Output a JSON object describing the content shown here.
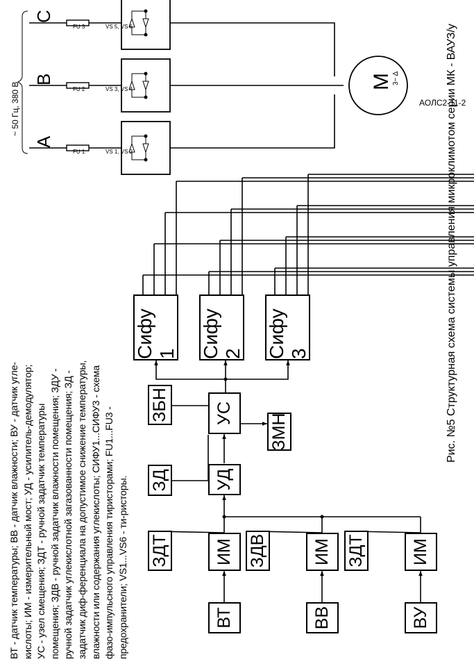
{
  "legend": {
    "text": "ВТ - датчик температуры; ВВ - датчик влажности; ВУ - датчик угле-кислоты; ИМ - измерительный мост; УД - усилитель-демодулятор; УС - узел смещения; ЗДТ - ручной задатчик температуры помещения; ЗДВ - ручной задатчик влажности помещения; ЗДУ - ручной задатчик углекислотной загазованности помещения; ЗД - задатчик диф-ференциала на допустимое снижение температуры, влажности или содержания углекислоты; СИФУ1...СИФУ3 - схема фазо-импульсного управления тиристорами; FU1...FU3 - предохранители; VS1...VS6 - ти-ристоры."
  },
  "caption": "Рис. №5 Структурная схема системы управления микроклимотом серии МК - ВАУЗ/у",
  "supply": {
    "label": "~ 50 Гц, 380 В",
    "phases": [
      "A",
      "B",
      "C"
    ]
  },
  "fuses": [
    "FU 1",
    "FU 2",
    "FU 3"
  ],
  "thyristor_blocks": [
    "VS 1, VS 2",
    "VS 3, VS 4",
    "VS 5, VS 6"
  ],
  "motor": {
    "symbol": "M",
    "type_label": "3~ Δ",
    "model": "АОЛС2-11-2"
  },
  "sifu": [
    "Сифу 1",
    "Сифу 2",
    "Сифу 3"
  ],
  "control": {
    "us": "УС",
    "zbn": "ЗБН",
    "zmn": "ЗМН",
    "zd": "ЗД",
    "ud": "УД"
  },
  "channels": [
    {
      "setter": "ЗДТ",
      "bridge": "ИМ",
      "sensor": "ВТ"
    },
    {
      "setter": "ЗДВ",
      "bridge": "ИМ",
      "sensor": "ВВ"
    },
    {
      "setter": "ЗДТ",
      "bridge": "ИМ",
      "sensor": "ВУ"
    }
  ]
}
